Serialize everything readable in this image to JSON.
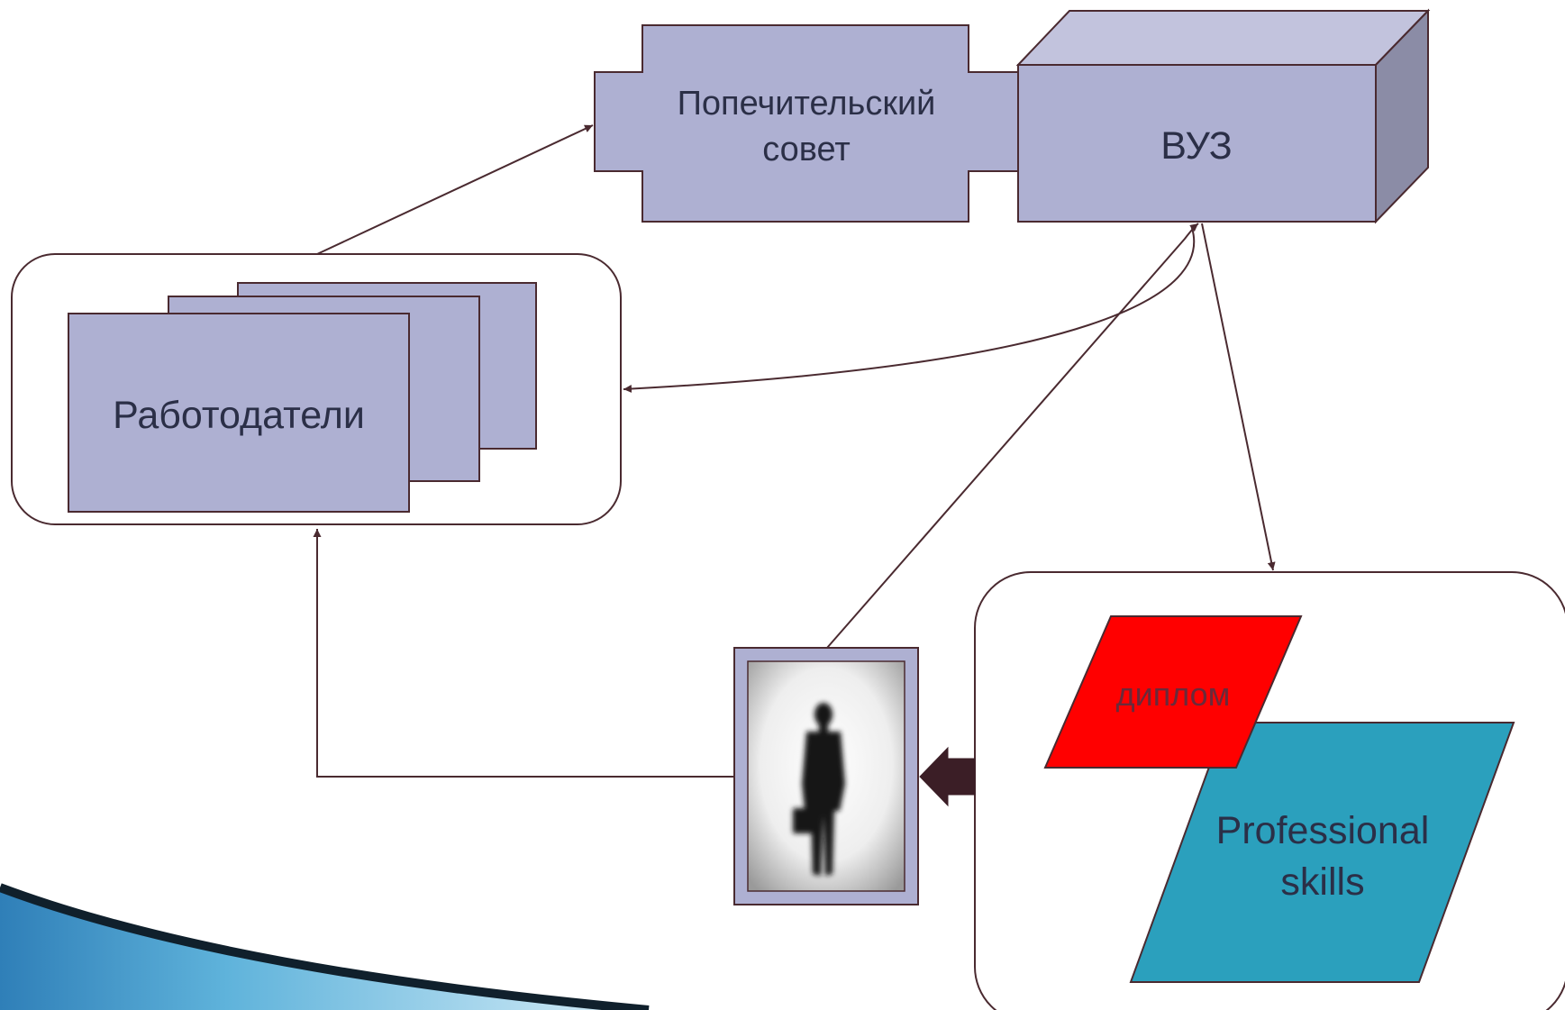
{
  "nodes": {
    "trustees": {
      "line1": "Попечительский",
      "line2": "совет"
    },
    "university": {
      "label": "ВУЗ"
    },
    "employers": {
      "label": "Работодатели"
    },
    "diploma": {
      "label": "диплом"
    },
    "skills": {
      "line1": "Professional",
      "line2": "skills"
    }
  },
  "colors": {
    "box_fill": "#aeb0d2",
    "box_top": "#c2c3dd",
    "box_side": "#8b8ca6",
    "outline": "#4a2a30",
    "diploma_red": "#ff0000",
    "skills_teal": "#2ba0bd",
    "text_dark": "#2b2f47",
    "deco_blue": "#5fb3db"
  },
  "icons": {
    "graduate": "person-silhouette-icon"
  }
}
